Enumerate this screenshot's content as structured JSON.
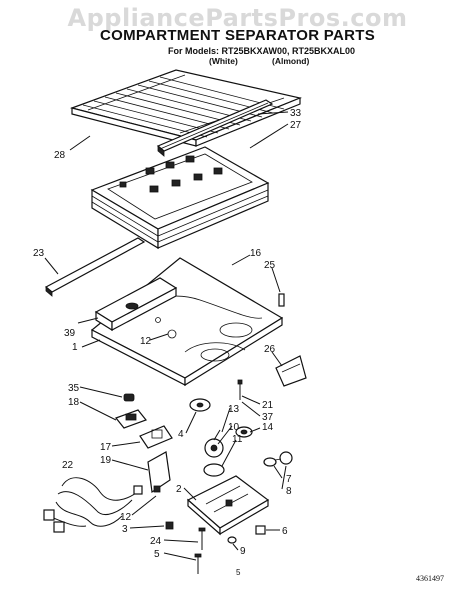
{
  "header": {
    "watermark": "AppliancePartsPros.com",
    "title": "COMPARTMENT SEPARATOR PARTS",
    "models": "For Models: RT25BKXAW00, RT25BKXAL00",
    "white": "(White)",
    "almond": "(Almond)"
  },
  "footer": {
    "page": "5",
    "doc": "4361497"
  },
  "callouts": {
    "c33": "33",
    "c27": "27",
    "c28": "28",
    "c23": "23",
    "c16": "16",
    "c25": "25",
    "c39": "39",
    "c1": "1",
    "c12a": "12",
    "c26": "26",
    "c35": "35",
    "c18": "18",
    "c4": "4",
    "c13": "13",
    "c21": "21",
    "c37": "37",
    "c10": "10",
    "c14": "14",
    "c11": "11",
    "c17": "17",
    "c19": "19",
    "c22": "22",
    "c7": "7",
    "c8": "8",
    "c2": "2",
    "c12b": "12",
    "c3": "3",
    "c6": "6",
    "c24": "24",
    "c9": "9",
    "c5": "5"
  }
}
